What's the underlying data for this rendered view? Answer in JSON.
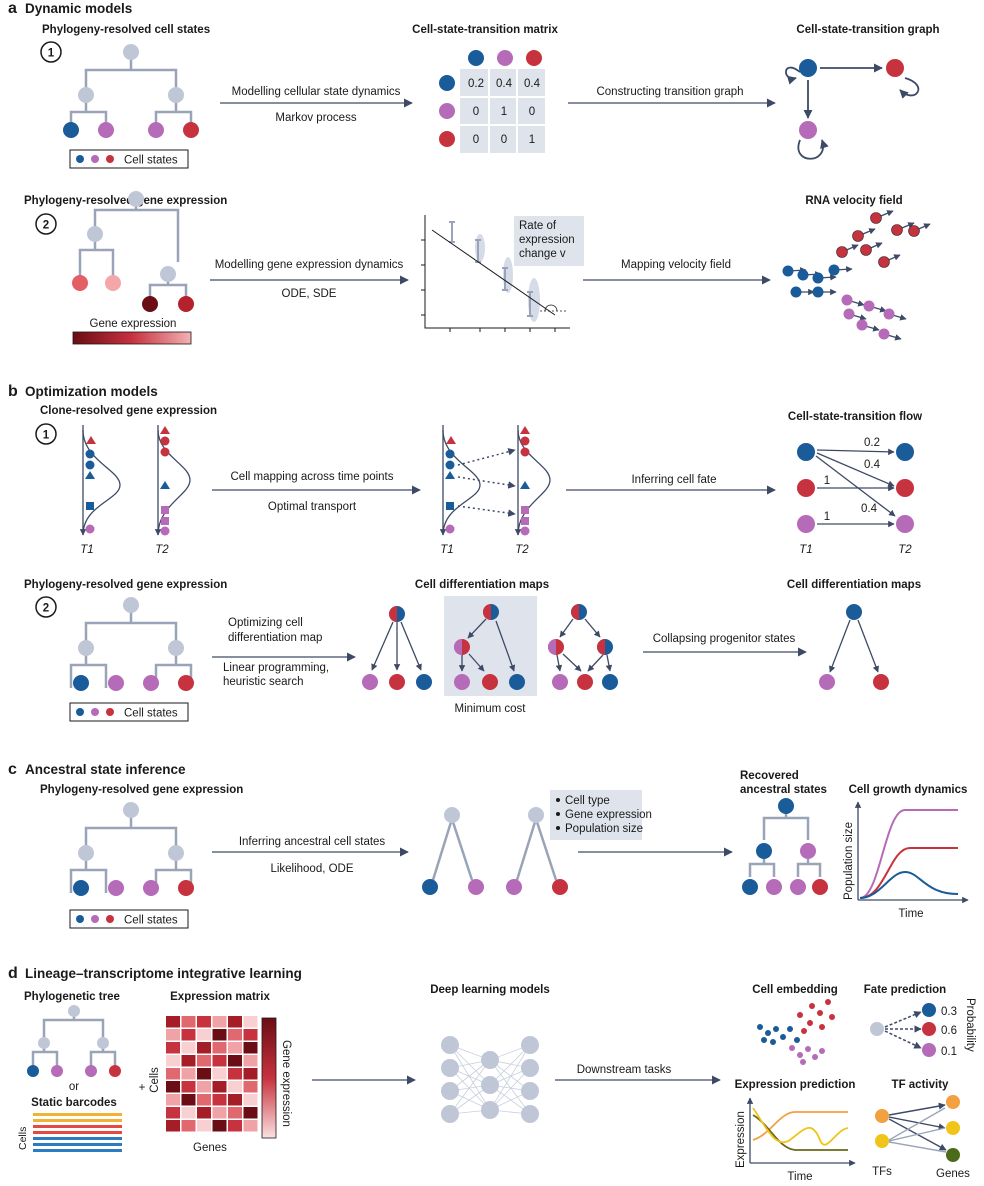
{
  "colors": {
    "blue": "#1a5b9a",
    "purple": "#b56bb8",
    "red": "#c7323f",
    "grey": "#bfc6d6",
    "line": "#9aa4b8",
    "arrow": "#3d4a66",
    "panel": "#dfe3ec"
  },
  "a": {
    "letter": "a",
    "title": "Dynamic models",
    "r1": {
      "num": "1",
      "tree_title": "Phylogeny-resolved cell states",
      "legend": "Cell states",
      "arrow1_top": "Modelling cellular state dynamics",
      "arrow1_bottom": "Markov process",
      "matrix_title": "Cell-state-transition matrix",
      "matrix": [
        [
          "0.2",
          "0.4",
          "0.4"
        ],
        [
          "0",
          "1",
          "0"
        ],
        [
          "0",
          "0",
          "1"
        ]
      ],
      "arrow2_top": "Constructing transition graph",
      "graph_title": "Cell-state-transition graph"
    },
    "r2": {
      "num": "2",
      "tree_title": "Phylogeny-resolved gene expression",
      "legend": "Gene expression",
      "arrow1_top": "Modelling gene expression dynamics",
      "arrow1_bottom": "ODE, SDE",
      "box_line1": "Rate of",
      "box_line2": "expression",
      "box_line3": "change v",
      "arrow2_top": "Mapping velocity field",
      "field_title": "RNA velocity field"
    }
  },
  "b": {
    "letter": "b",
    "title": "Optimization models",
    "r1": {
      "num": "1",
      "subtitle": "Clone-resolved gene expression",
      "t1": "T1",
      "t2": "T2",
      "arrow1_top": "Cell mapping across time points",
      "arrow1_bottom": "Optimal transport",
      "arrow2_top": "Inferring cell fate",
      "flow_title": "Cell-state-transition flow",
      "flow_values": [
        "0.2",
        "0.4",
        "1",
        "0.4",
        "1"
      ]
    },
    "r2": {
      "num": "2",
      "tree_title": "Phylogeny-resolved gene expression",
      "legend": "Cell states",
      "arrow1_top1": "Optimizing cell",
      "arrow1_top2": "differentiation map",
      "arrow1_bottom1": "Linear programming,",
      "arrow1_bottom2": "heuristic search",
      "maps_title": "Cell differentiation maps",
      "min_cost": "Minimum cost",
      "arrow2_top": "Collapsing progenitor states",
      "final_title": "Cell differentiation maps"
    }
  },
  "c": {
    "letter": "c",
    "title": "Ancestral state inference",
    "subtitle": "Phylogeny-resolved gene expression",
    "legend": "Cell states",
    "arrow1_top": "Inferring ancestral cell states",
    "arrow1_bottom": "Likelihood, ODE",
    "bullets": [
      "Cell type",
      "Gene expression",
      "Population size"
    ],
    "recovered_line1": "Recovered",
    "recovered_line2": "ancestral states",
    "growth_title": "Cell growth dynamics",
    "growth_ylabel": "Population size",
    "growth_xlabel": "Time"
  },
  "d": {
    "letter": "d",
    "title": "Lineage–transcriptome integrative learning",
    "tree_title": "Phylogenetic tree",
    "or": "or",
    "barcodes_title": "Static barcodes",
    "cells_label": "Cells",
    "matrix_title": "Expression matrix",
    "matrix_ylabel": "Cells",
    "matrix_xlabel": "Genes",
    "colorbar_label": "Gene expression",
    "plus": "+",
    "dl_title": "Deep learning models",
    "arrow_label": "Downstream tasks",
    "embedding_title": "Cell embedding",
    "fate_title": "Fate prediction",
    "fate_values": [
      "0.3",
      "0.6",
      "0.1"
    ],
    "fate_axis": "Probability",
    "expr_title": "Expression prediction",
    "expr_ylabel": "Expression",
    "expr_xlabel": "Time",
    "tf_title": "TF activity",
    "tfs": "TFs",
    "genes": "Genes"
  }
}
